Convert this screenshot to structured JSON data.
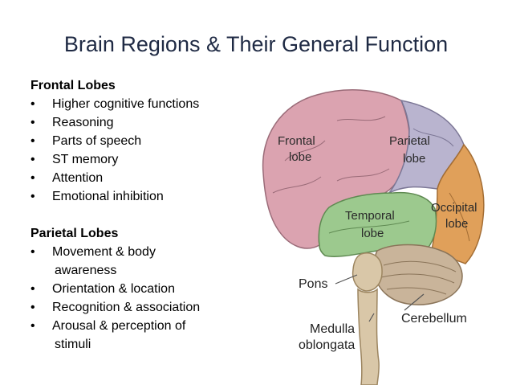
{
  "title": "Brain Regions & Their General Function",
  "frontal": {
    "heading": "Frontal Lobes",
    "items": [
      "Higher cognitive functions",
      "Reasoning",
      "Parts of speech",
      "ST memory",
      "Attention",
      "Emotional inhibition"
    ]
  },
  "parietal": {
    "heading": "Parietal Lobes",
    "items": [
      {
        "line1": "Movement & body",
        "line2": "awareness"
      },
      {
        "line1": "Orientation & location"
      },
      {
        "line1": "Recognition & association"
      },
      {
        "line1": "Arousal & perception of",
        "line2": "stimuli"
      }
    ]
  },
  "bullet": "•",
  "diagram": {
    "labels": {
      "frontal_1": "Frontal",
      "frontal_2": "lobe",
      "parietal_1": "Parietal",
      "parietal_2": "lobe",
      "occipital_1": "Occipital",
      "occipital_2": "lobe",
      "temporal_1": "Temporal",
      "temporal_2": "lobe",
      "pons": "Pons",
      "cerebellum": "Cerebellum",
      "medulla_1": "Medulla",
      "medulla_2": "oblongata"
    },
    "colors": {
      "frontal": "#dba3b0",
      "parietal": "#b9b4cf",
      "occipital": "#e0a05a",
      "temporal": "#9cc98e",
      "cerebellum": "#c9b49a",
      "brainstem": "#d9c7a8"
    }
  }
}
